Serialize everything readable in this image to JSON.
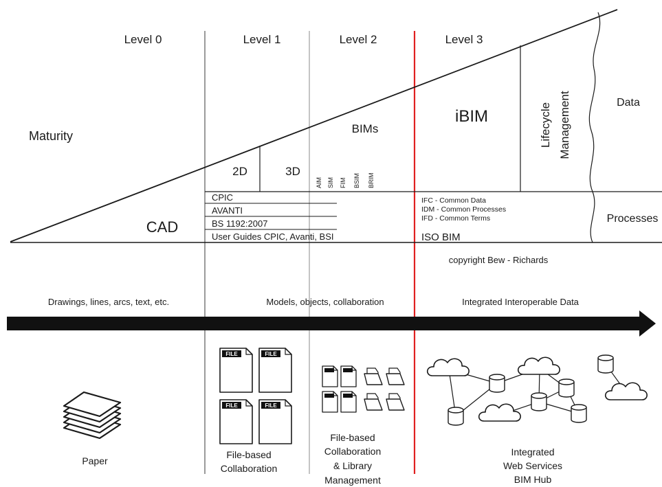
{
  "levels": {
    "level0": "Level 0",
    "level1": "Level 1",
    "level2": "Level 2",
    "level3": "Level 3"
  },
  "triangle": {
    "maturity": "Maturity",
    "cad": "CAD",
    "two_d": "2D",
    "three_d": "3D",
    "bims": "BIMs",
    "bim_types": [
      "AIM",
      "SIM",
      "FIM",
      "BSIM",
      "BRIM"
    ],
    "ibim": "iBIM",
    "lifecycle_line1": "Lifecycle",
    "lifecycle_line2": "Management",
    "data": "Data",
    "processes": "Processes"
  },
  "standards_left": [
    "CPIC",
    "AVANTI",
    "BS 1192:2007",
    "User Guides CPIC, Avanti, BSI"
  ],
  "standards_right": [
    "IFC - Common Data",
    "IDM - Common Processes",
    "IFD - Common Terms"
  ],
  "iso_bim": "ISO BIM",
  "copyright": "copyright Bew - Richards",
  "timeline": {
    "drawings": "Drawings, lines, arcs, text, etc.",
    "models": "Models, objects, collaboration",
    "integrated": "Integrated Interoperable Data"
  },
  "file_label": "FILE",
  "captions": {
    "paper": "Paper",
    "file_based": [
      "File-based",
      "Collaboration"
    ],
    "library": [
      "File-based",
      "Collaboration",
      "& Library",
      "Management"
    ],
    "web_services": [
      "Integrated",
      "Web Services",
      "BIM Hub"
    ]
  },
  "colors": {
    "level3_divider": "#e02020",
    "divider_grey": "#9a9a9a",
    "ink": "#1a1a1a"
  }
}
